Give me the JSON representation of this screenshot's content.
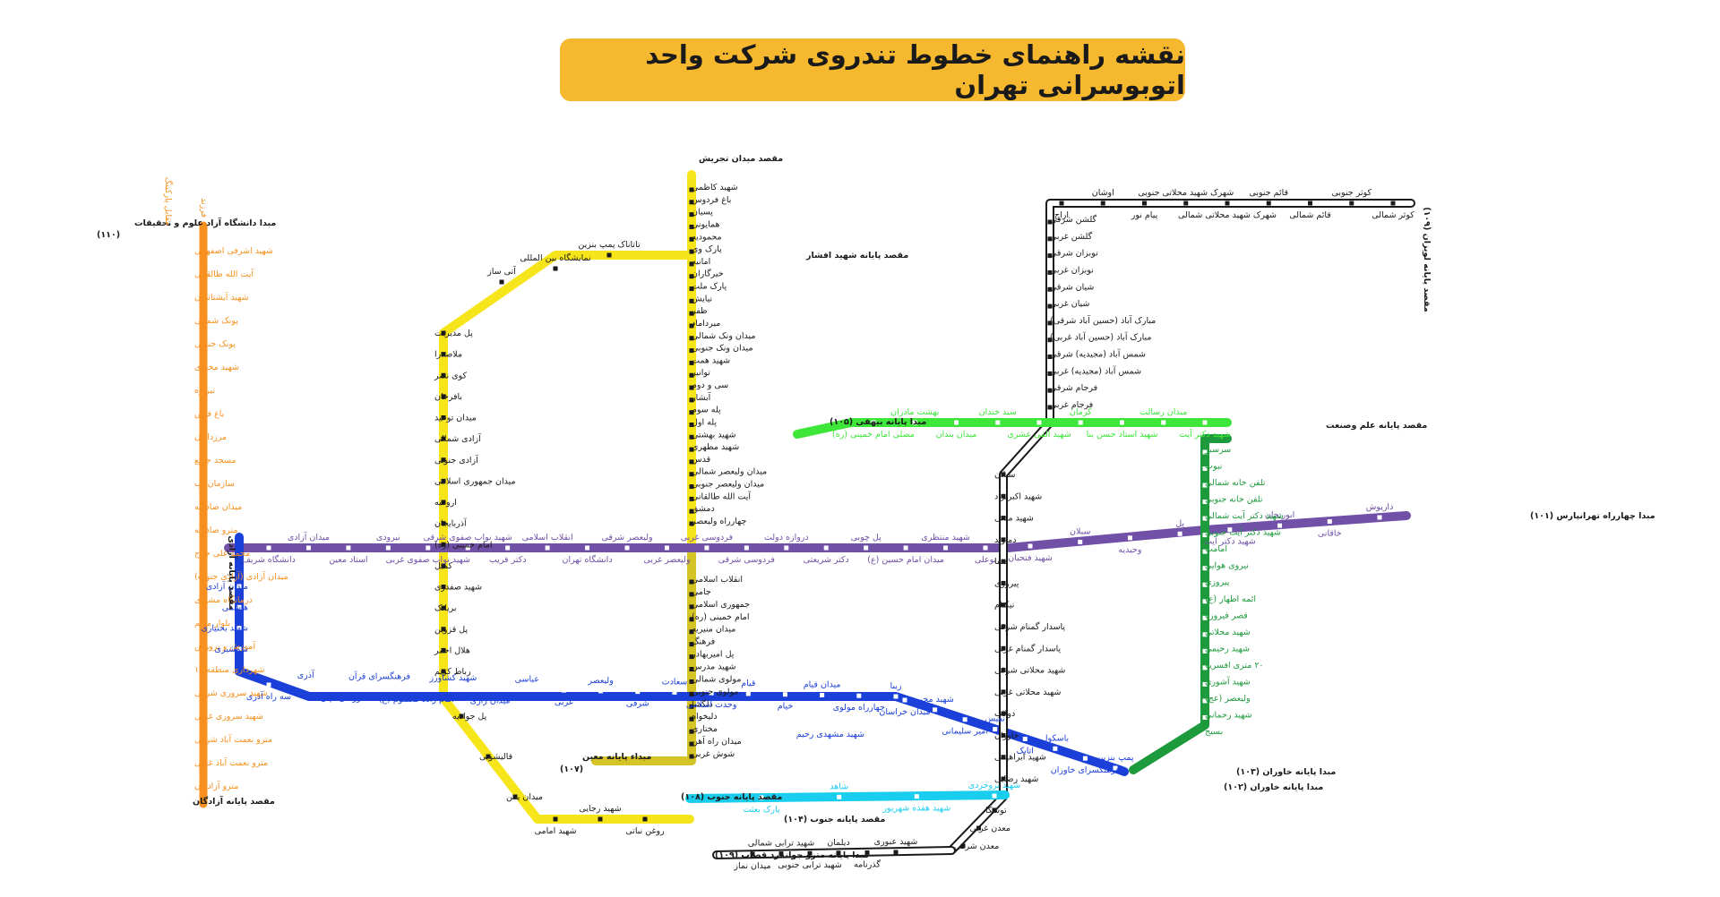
{
  "title": "نقشه راهنمای خطوط تندروی شرکت واحد اتوبوسرانی تهران",
  "colors": {
    "yellow": "#f7e51c",
    "olive": "#d4c425",
    "orange": "#f7901e",
    "green": "#3ee63a",
    "darkgreen": "#1d9a3c",
    "purple": "#7150a8",
    "blue": "#1b3fd9",
    "cyan": "#19cdee",
    "gray": "#b3b3b3",
    "black": "#1a1a1a",
    "title_bg": "#f5b82e"
  },
  "direction_labels": {
    "line_110_left": "مقابل پارکینگ",
    "line_110_right": "فرزند"
  },
  "terminals": {
    "t110_a": "مبدا دانشگاه آزاد علوم و تحقیقات",
    "t110_b": "(۱۱۰)",
    "t110_end": "مقصد پایانه آزادگان",
    "tajrish": "مقصد میدان تجریش",
    "afshar": "مقصد پایانه شهید افشار",
    "lavizan": "مقصد پایانه لویزان (۱۰۹)",
    "beyhaghi": "مبدا پایانه بیهقی (۱۰۵)",
    "elmosanat": "مقصد پایانه علم وصنعت",
    "azadi": "مقصد پایانه آزادی",
    "tehranpars": "مبدا چهارراه تهرانپارس (۱۰۱)",
    "khavaran103": "مبدا پایانه خاوران (۱۰۳)",
    "khavaran102": "مبدا پایانه خاوران (۱۰۲)",
    "south108": "مقصد پایانه جنوب (۱۰۸)",
    "south104": "مقصد پایانه جنوب (۱۰۴)",
    "moein_a": "مبداء پایانه معین",
    "moein_b": "(۱۰۷)",
    "metro_javanmard": "مبدا پایانه مترو جوانمرد قصاب (۱۰۹)"
  },
  "stations": {
    "l110": [
      "شهید اشرفی اصفهانی",
      "آیت الله طالقانی",
      "شهید آیشتاسان",
      "پونک شمالی",
      "پونک جنوبی",
      "شهید مخبری",
      "تیرازه",
      "باغ فیض",
      "مرزداران",
      "مسجد جامع",
      "سازمان آب",
      "میدان صادقیه",
      "مترو صادقیه",
      "محمد علی جناح",
      "میدان آزادی (آزادی جنوب)",
      "درمانگاه مشیری",
      "بلوار معلم",
      "آموزش و پرورش",
      "شهرداری منطقه ۱۸",
      "شهید سروری شرقی",
      "شهید سروری غربی",
      "مترو نعمت آباد شرقی",
      "مترو نعمت آباد غربی",
      "مترو آزادگان"
    ],
    "l1": [
      "شهید کاظمی",
      "باغ فردوس",
      "پسیان",
      "همایونی",
      "محمودیه",
      "پارک وی",
      "امانیه",
      "خیرگاران",
      "پارک ملت",
      "نیایش",
      "ظفر",
      "میرداماد",
      "میدان ونک شمالی",
      "میدان ونک جنوبی",
      "شهید همت",
      "توانیر",
      "سی و دوم",
      "آبشار",
      "پله سوم",
      "پله اول",
      "شهید بهشتی",
      "شهید مطهری",
      "قدس",
      "میدان ولیعصر شمالی",
      "میدان ولیعصر جنوبی",
      "آیت الله طالقانی",
      "دمشق",
      "چهارراه ولیعصر"
    ],
    "l1_south": [
      "انقلاب اسلامی",
      "جامی",
      "جمهوری اسلامی",
      "امام خمینی (ره)",
      "میدان منیریه",
      "فرهنگ",
      "پل امیربهادر",
      "شهید مدرس",
      "مولوی شمالی",
      "مولوی جنوبی",
      "دلگشا",
      "دلیخواه",
      "مختاری",
      "میدان راه آهن",
      "شوش غربی"
    ],
    "l7": [
      "تاتاناک پمپ بنزین",
      "نمایشگاه بین المللی",
      "آتی ساز",
      "پل مدیریت",
      "ملاصدرا",
      "کوی نصر",
      "بافرخان",
      "میدان توحید",
      "آزادی شمالی",
      "آزادی جنوبی",
      "میدان جمهوری اسلامی",
      "ارومیه",
      "آذربایجان",
      "امام خمینی (ره)",
      "کمیل",
      "شهید صفدری",
      "بریانک",
      "پل قزوین",
      "هلال احمر",
      "رباط کریم",
      "پل جوادیه",
      "قالیشویی",
      "میدان یمن",
      "شهید امامی",
      "شهید رجایی",
      "روغن نباتی"
    ],
    "l2": [
      "دانشگاه شریف",
      "میدان آزادی",
      "استاد معین",
      "نیرودی",
      "شهید نواب صفوی غربی",
      "شهید نواب صفوی شرقی",
      "دکتر قریب",
      "انقلاب اسلامی",
      "دانشگاه تهران",
      "ولیعصر شرقی",
      "ولیعصر غربی",
      "فردوسی غربی",
      "فردوسی شرقی",
      "دروازه دولت",
      "دکتر شریعتی",
      "پل چوبی",
      "میدان امام حسین (ع)",
      "شهید منتظری",
      "بوعلی",
      "شهید فتحیان",
      "سبلان",
      "وحیدیه",
      "پل",
      "شهید دکتر آیت",
      "ابوریحان",
      "خاقانی",
      "داریوش"
    ],
    "l3": [
      "میدان آزادی",
      "هاشمی",
      "شهید بختیاری",
      "شمشیری",
      "سه راه آذری",
      "آذری",
      "دوراهی قپان",
      "فرهنگسرای قرآن",
      "امام زاده معصوم (ع)",
      "شهید کشاورز",
      "میدان رازی",
      "عباسی",
      "غربی",
      "ولیعصر",
      "شرقی",
      "سعادت",
      "وحدت اسلامی",
      "قیام",
      "خیام",
      "میدان قیام",
      "چهارراه مولوی",
      "زیبا",
      "میدان خراسان",
      "شهید مخبر",
      "امیر سلیمانی",
      "نفیس",
      "اتابک",
      "باسکول",
      "فرهنگسرای خاوران",
      "پمپ بنزین"
    ],
    "l4": [
      "کوثر شمالی",
      "کوثر جنوبی",
      "قائم شمالی",
      "قائم جنوبی",
      "شهرک شهید محلاتی شمالی",
      "شهرک شهید محلاتی جنوبی",
      "پیام نور",
      "اوشان",
      "اراج",
      "گلشن شرقی",
      "گلشن غربی",
      "نوبزان شرقی",
      "نوبزان غربی",
      "شیان شرقی",
      "شیان غربی",
      "مبارک آباد (حسین آباد شرقی)",
      "مبارک آباد (حسین آباد غربی)",
      "شمس آباد (مجیدیه) شرقی",
      "شمس آباد (مجیدیه) غربی",
      "فرجام شرقی",
      "فرجام غربی",
      "سبلان",
      "شهید اکبرنژاد",
      "شهید مدنی",
      "دماوند",
      "صفا",
      "پیروزی",
      "نیکنام",
      "پاسدار گمنام شرقی",
      "پاسدار گمنام غربی",
      "شهید محلاتی شرقی",
      "شهید محلاتی غربی",
      "دولاب",
      "خاوران",
      "شهید ابراهیمی",
      "شهید رضایی",
      "توسکا",
      "معدن غربی",
      "معدن شرقی"
    ],
    "l5": [
      "مصلی امام خمینی (ره)",
      "بهشت مادران",
      "میدان بندان",
      "سید خندان",
      "شهید القی عشری",
      "کرمان",
      "شهید استاد حسن بنا",
      "میدان رسالت",
      "شهید دکتر آیت"
    ],
    "l6": [
      "سرسبز",
      "نبوت",
      "تلفن خانه شمالی",
      "تلفن خانه جنوبی",
      "شهید دکتر آیت شمالی",
      "شهید دکتر آیت جنوبی",
      "امامت",
      "نیروی هوایی",
      "پیروزی",
      "ائمه اطهار (ع)",
      "قصر فیروزه",
      "شهید محلاتی",
      "شهید رحیمی",
      "۲۰ متری افسریه",
      "شهید آشوری",
      "ولیعصر (عج)",
      "شهید رحمانی",
      "بسیج"
    ],
    "l8": [
      "پارک بعثت",
      "شاهد",
      "شهید هفده شهریور",
      "شهید بروجردی"
    ],
    "l9": [
      "میدان نماز",
      "شهید ترابی شمالی",
      "شهید ترابی جنوبی",
      "دیلمان",
      "گذرنامه",
      "شهید عبوری"
    ],
    "extra": [
      "شهید مشهدی رحیم"
    ]
  }
}
